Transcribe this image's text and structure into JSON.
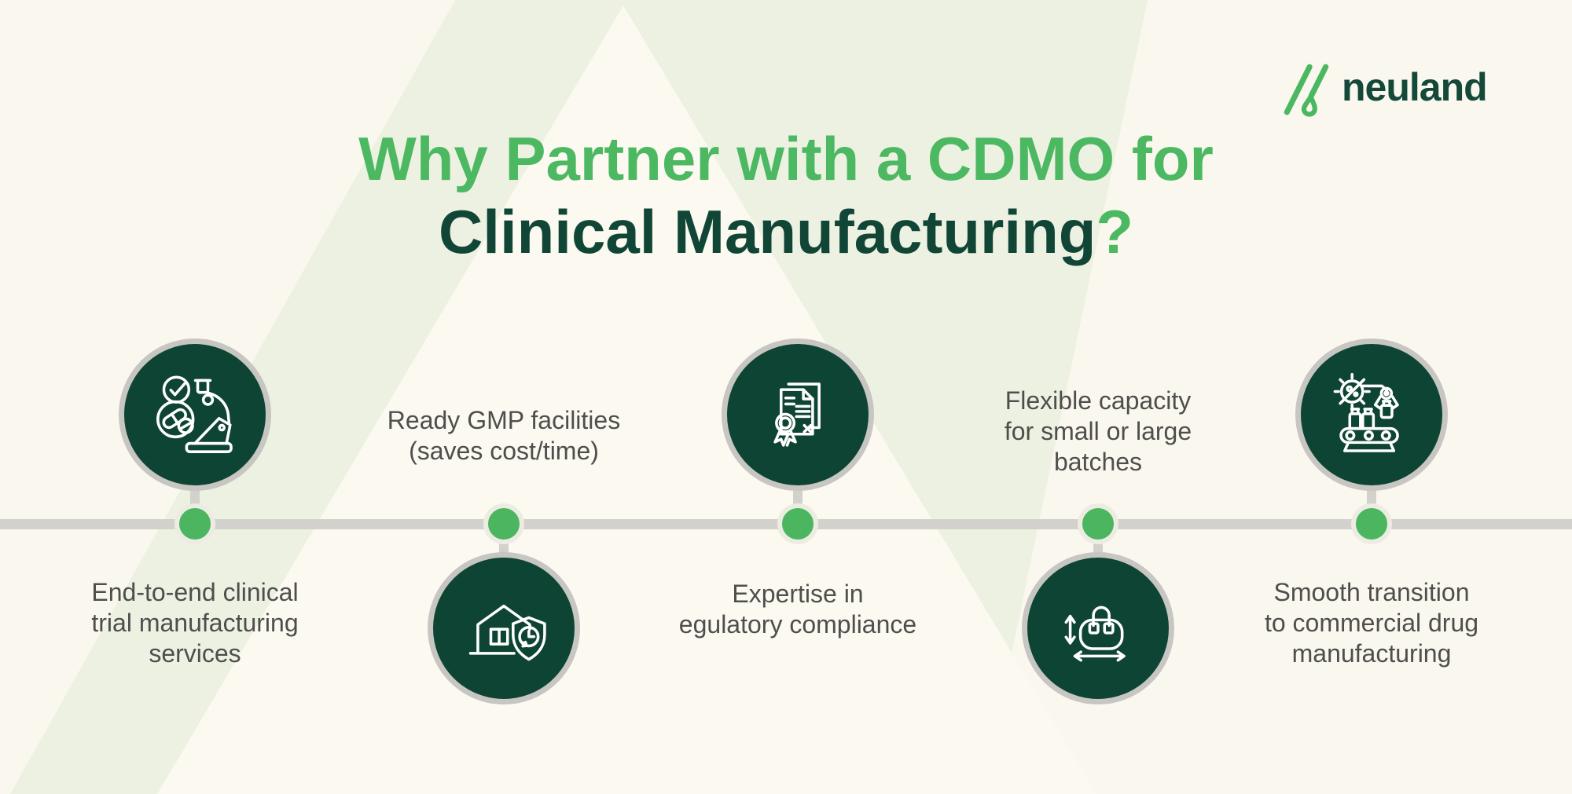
{
  "brand": {
    "name": "neuland",
    "logo_icon": "neuland-n-droplet-icon"
  },
  "title": {
    "line1": "Why Partner with a CDMO for",
    "line2": "Clinical Manufacturing",
    "mark": "?"
  },
  "items": [
    {
      "icon": "microscope-pills-check-icon",
      "placement": "icon-above-line",
      "lines": [
        "End-to-end clinical",
        "trial manufacturing",
        "services"
      ]
    },
    {
      "icon": "gmp-facility-clock-icon",
      "placement": "icon-below-line",
      "lines": [
        "Ready GMP facilities",
        "(saves cost/time)"
      ]
    },
    {
      "icon": "certificate-compliance-icon",
      "placement": "icon-above-line",
      "lines": [
        "Expertise in",
        "egulatory compliance"
      ]
    },
    {
      "icon": "capacity-bag-arrows-icon",
      "placement": "icon-below-line",
      "lines": [
        "Flexible capacity",
        "for small or large",
        "batches"
      ]
    },
    {
      "icon": "commercial-manufacturing-icon",
      "placement": "icon-above-line",
      "lines": [
        "Smooth transition",
        "to commercial drug",
        "manufacturing"
      ]
    }
  ],
  "colors": {
    "background_cream": "#faf8ee",
    "background_tint": "#edf1e2",
    "background_light": "#fbf9f0",
    "title_green": "#4cb862",
    "title_dark_green": "#114637",
    "circle_fill": "#0d4433",
    "circle_border": "#c7c6c2",
    "timeline_gray": "#d2d1cb",
    "dot_green": "#4cb55f",
    "dot_border": "#edece3",
    "text_gray": "#4e4e4c",
    "logo_green": "#4cb761",
    "logo_text": "#14493a"
  }
}
